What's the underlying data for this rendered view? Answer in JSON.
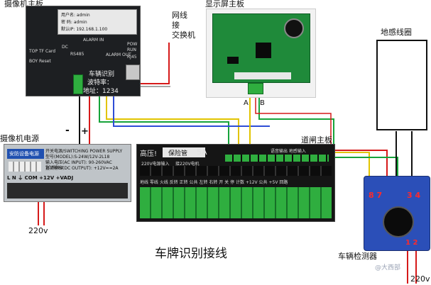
{
  "labels": {
    "camera_board": "摄像机主板",
    "switch_l1": "网线",
    "switch_l2": "接",
    "switch_l3": "交换机",
    "display_board": "显示屏主板",
    "loop": "地感线圈",
    "camera_psu": "摄像机电源",
    "minus": "-",
    "plus": "+",
    "port_a": "A",
    "port_b": "B",
    "gate_board": "道闸主板",
    "v220_left": "220v",
    "v220_right": "220v",
    "caption": "车牌识别接线",
    "detector": "车辆检测器"
  },
  "camera_panel": {
    "user_name": "用户名: admin",
    "password": "密    码: admin",
    "default_ip": "默认IP: 192.168.1.100",
    "alarm_in": "ALARM IN",
    "alarm_out": "ALARM OUT",
    "tab_top": "TOP",
    "tab_tf": "TF Card",
    "tab_boy": "BOY",
    "tab_reset": "Reset",
    "dc": "DC",
    "rs485": "RS485",
    "power": "POW",
    "run": "RUN",
    "rj45": "RJ45",
    "sticker_1": "车辆识别",
    "sticker_2": "波特率：",
    "sticker_3": "地址：1234"
  },
  "psu": {
    "brand": "安防设备电源",
    "line1": "开关电源/SWITCHING POWER SUPPLY",
    "line2": "型号(MODEL):S-24W/12V-2L18",
    "line3": "输入电压(AC INPUT): 90-260VAC 50/60Hz",
    "line4": "直流输出(DC OUTPUT): +12V==2A",
    "terminals": "L  N  ⏚  COM  +12V  +VADJ"
  },
  "gate": {
    "high_voltage": "高压!",
    "fuse": "保险管",
    "fuse_rating": "5A",
    "ac_input": "220V电源输入",
    "motor": "接220V电机",
    "right_header": "语音输出  地感输入",
    "bottom_labels": "地线 零线 火线 反转 正转 公共 左转 右转 开 关 停 计数 +12V 公共 +5V 回路"
  },
  "detector_panel": {
    "numbers_left": "8 7",
    "numbers_right": "3 4",
    "numbers_bottom": "1 2"
  },
  "watermark": "@大西部"
}
